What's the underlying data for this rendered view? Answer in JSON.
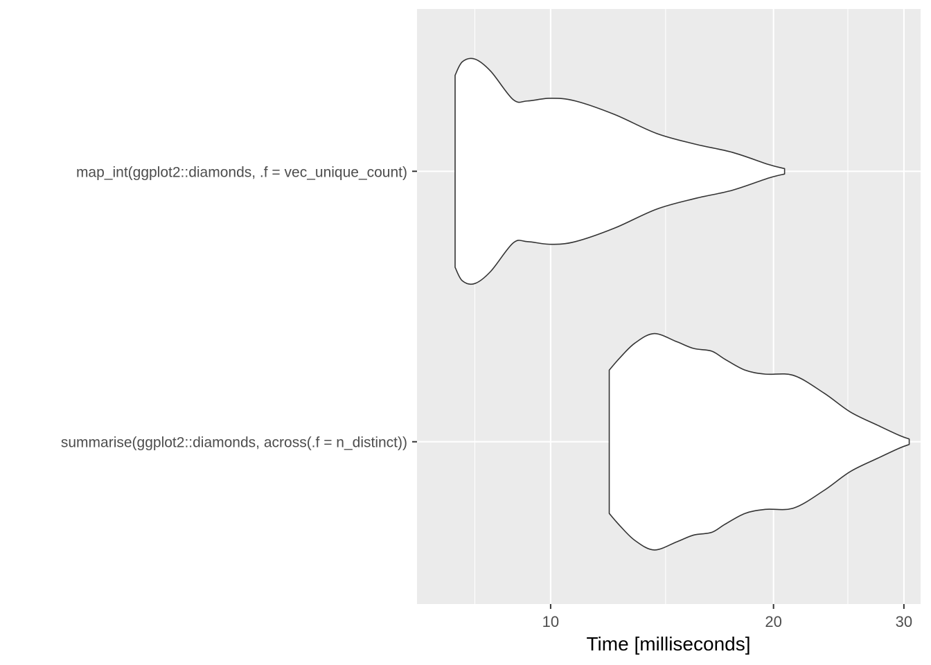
{
  "chart_data": {
    "type": "violin",
    "title": "",
    "xlabel": "Time [milliseconds]",
    "ylabel": "",
    "x_scale": "log10",
    "xlim": [
      6.6,
      31.6
    ],
    "x_ticks": [
      10,
      20,
      30
    ],
    "x_tick_labels": [
      "10",
      "20",
      "30"
    ],
    "x_minor_ticks": [
      7.9,
      14.3,
      25.2
    ],
    "grid": true,
    "legend": "none",
    "colors": {
      "panel_background": "#ebebeb",
      "grid_major": "#ffffff",
      "grid_minor": "#ffffff",
      "violin_fill": "#ffffff",
      "violin_outline": "#333333",
      "axis_text": "#4d4d4d",
      "axis_title": "#000000",
      "tick": "#333333"
    },
    "categories": [
      "map_int(ggplot2::diamonds, .f = vec_unique_count)",
      "summarise(ggplot2::diamonds, across(.f = n_distinct))"
    ],
    "series": [
      {
        "category": "map_int(ggplot2::diamonds, .f = vec_unique_count)",
        "time_ms": [
          7.43,
          7.6,
          7.9,
          8.3,
          8.9,
          9.3,
          10.0,
          10.8,
          12.2,
          13.9,
          15.7,
          17.6,
          19.7,
          20.7
        ],
        "half_width": [
          0.71,
          0.81,
          0.83,
          0.74,
          0.53,
          0.52,
          0.54,
          0.52,
          0.42,
          0.28,
          0.2,
          0.14,
          0.05,
          0.02
        ]
      },
      {
        "category": "summarise(ggplot2::diamonds, across(.f = n_distinct))",
        "time_ms": [
          12.0,
          12.4,
          13.0,
          13.8,
          14.8,
          15.6,
          16.5,
          17.2,
          18.3,
          19.5,
          21.3,
          23.4,
          25.4,
          27.7,
          29.5,
          30.5
        ],
        "half_width": [
          0.53,
          0.62,
          0.73,
          0.8,
          0.74,
          0.69,
          0.67,
          0.61,
          0.53,
          0.5,
          0.49,
          0.36,
          0.22,
          0.12,
          0.05,
          0.02
        ]
      }
    ]
  }
}
